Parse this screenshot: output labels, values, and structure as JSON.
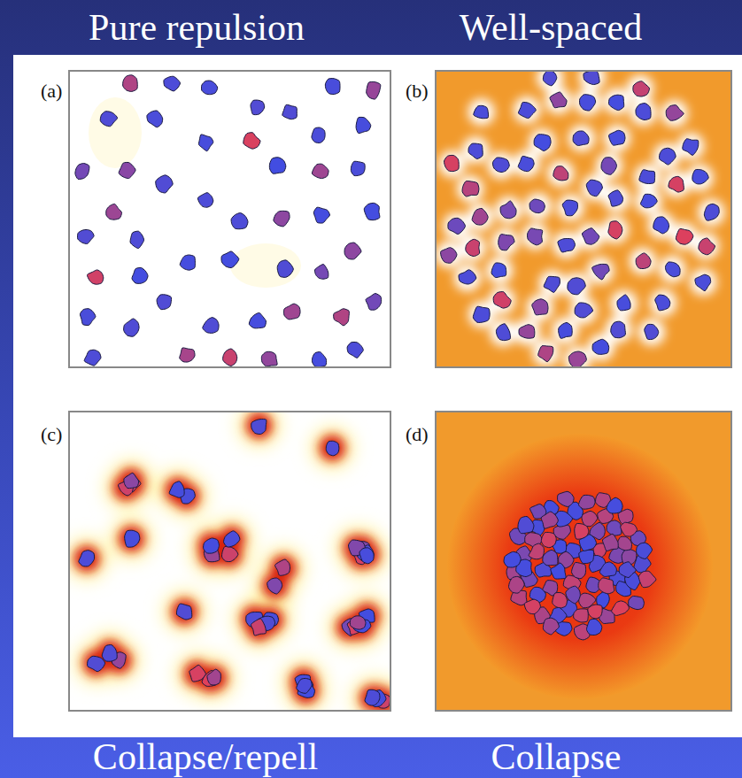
{
  "diagram": {
    "labels": [
      "Pure repulsion",
      "Well-spaced",
      "(a)",
      "(b)",
      "(c)",
      "(d)",
      "Collapse/repell",
      "Collapse"
    ]
  }
}
